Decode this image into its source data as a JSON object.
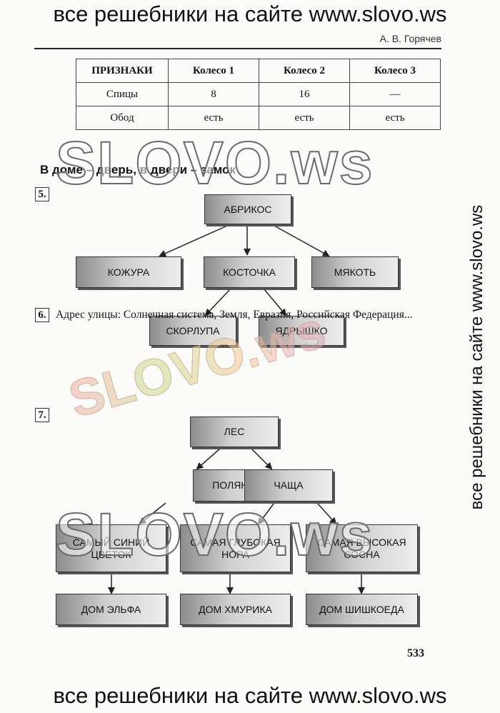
{
  "banner_top": "все решебники на сайте www.slovo.ws",
  "banner_bottom": "все решебники на сайте www.slovo.ws",
  "banner_side": "все решебники на сайте www.slovo.ws",
  "author": "А. В. Горячев",
  "table": {
    "headers": [
      "ПРИЗНАКИ",
      "Колесо 1",
      "Колесо 2",
      "Колесо 3"
    ],
    "rows": [
      [
        "Спицы",
        "8",
        "16",
        "—"
      ],
      [
        "Обод",
        "есть",
        "есть",
        "есть"
      ]
    ]
  },
  "section_title": "В доме – дверь, в двери – замок",
  "task5": {
    "number": "5.",
    "root": "АБРИКОС",
    "children": [
      "КОЖУРА",
      "КОСТОЧКА",
      "МЯКОТЬ"
    ],
    "grandchildren": [
      "СКОРЛУПА",
      "ЯДРЫШКО"
    ]
  },
  "task6": {
    "number": "6.",
    "text": "Адрес улицы: Солнечная система, Земля, Евразия, Российская Федерация..."
  },
  "task7": {
    "number": "7.",
    "root": "ЛЕС",
    "level1": [
      "ПОЛЯНА",
      "ЧАЩА"
    ],
    "level2": [
      "САМЫЙ СИНИЙ ЦВЕТОК",
      "САМАЯ ГЛУБОКАЯ НОРА",
      "САМАЯ ВЫСОКАЯ СОСНА"
    ],
    "level3": [
      "ДОМ ЭЛЬФА",
      "ДОМ ХМУРИКА",
      "ДОМ ШИШКОЕДА"
    ]
  },
  "page_number": "533",
  "watermarks": [
    "SLOVO.ws",
    "SLOVO.ws",
    "SLOVO.ws"
  ]
}
